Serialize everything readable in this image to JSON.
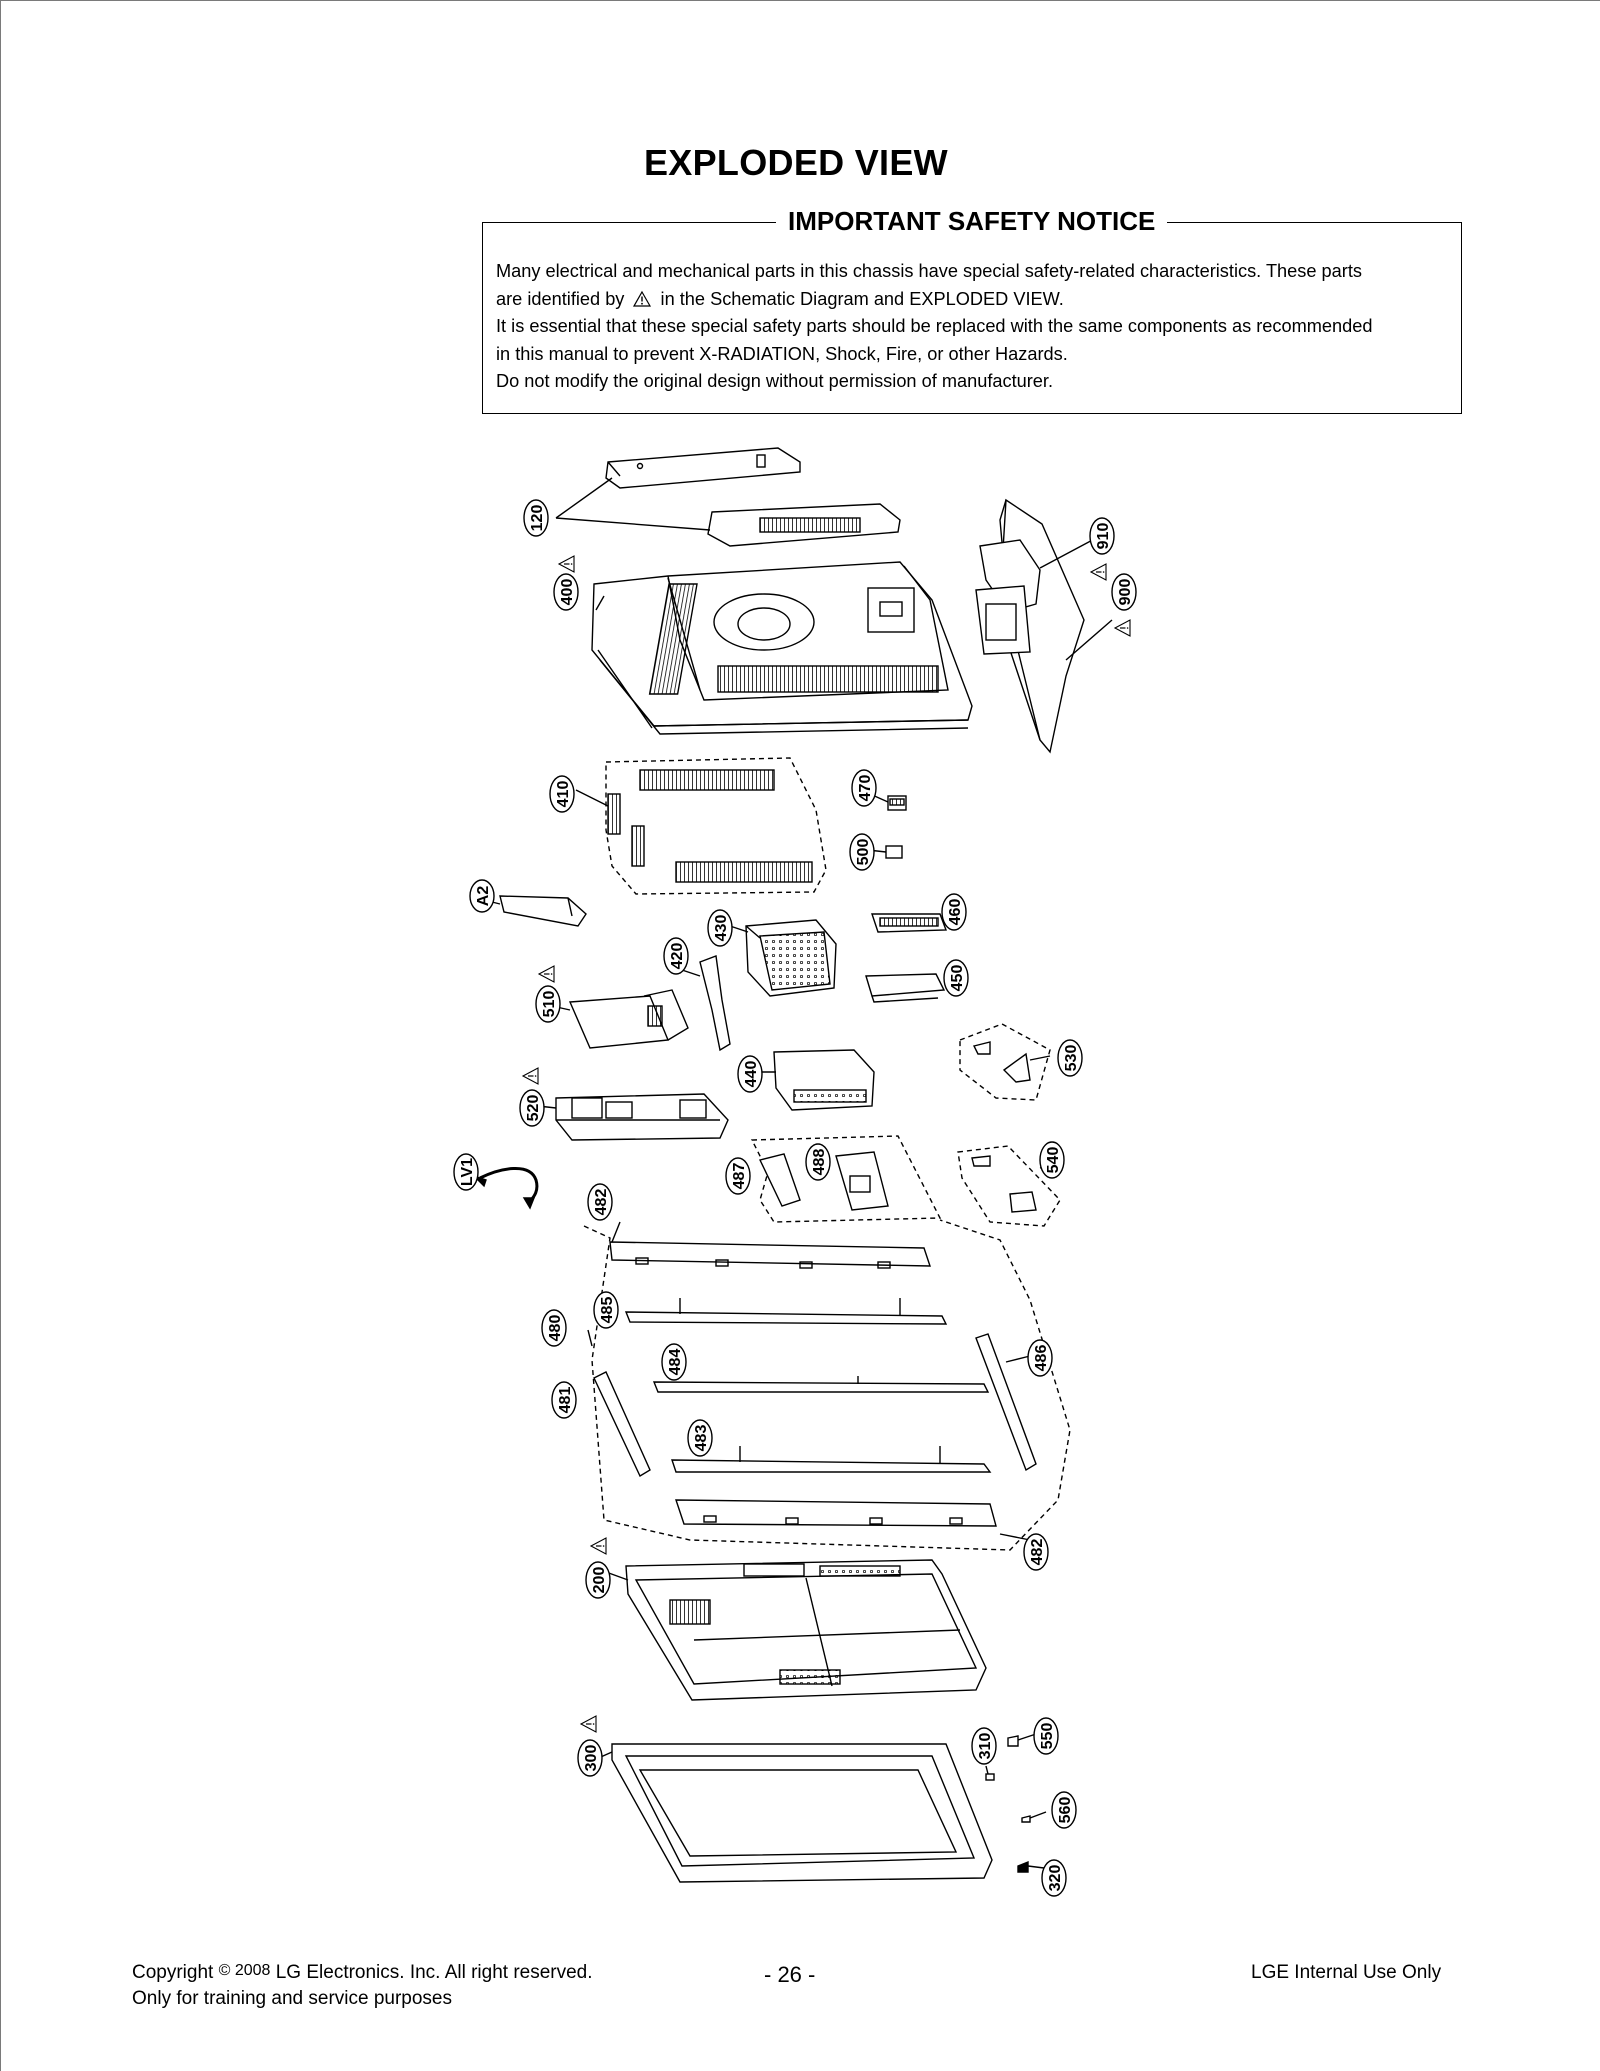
{
  "title": "EXPLODED VIEW",
  "notice": {
    "heading": "IMPORTANT SAFETY NOTICE",
    "line1": "Many electrical and mechanical parts in this chassis have special safety-related characteristics. These parts",
    "line2_before": "are identified by",
    "line2_after": "in the Schematic Diagram and EXPLODED VIEW.",
    "line3": "It is essential that these special safety parts should be replaced with the same components as recommended",
    "line4": "in this manual to prevent X-RADIATION, Shock, Fire, or other Hazards.",
    "line5": "Do not modify the original design without permission of manufacturer.",
    "warning_icon": "warning-triangle-icon"
  },
  "parts": [
    {
      "id": "p120",
      "label": "120"
    },
    {
      "id": "p400",
      "label": "400"
    },
    {
      "id": "p910",
      "label": "910"
    },
    {
      "id": "p900",
      "label": "900"
    },
    {
      "id": "p410",
      "label": "410"
    },
    {
      "id": "p470",
      "label": "470"
    },
    {
      "id": "p500",
      "label": "500"
    },
    {
      "id": "pA2",
      "label": "A2"
    },
    {
      "id": "p460",
      "label": "460"
    },
    {
      "id": "p430",
      "label": "430"
    },
    {
      "id": "p420",
      "label": "420"
    },
    {
      "id": "p450",
      "label": "450"
    },
    {
      "id": "p510",
      "label": "510"
    },
    {
      "id": "p530",
      "label": "530"
    },
    {
      "id": "p440",
      "label": "440"
    },
    {
      "id": "p520",
      "label": "520"
    },
    {
      "id": "p488",
      "label": "488"
    },
    {
      "id": "p487",
      "label": "487"
    },
    {
      "id": "p540",
      "label": "540"
    },
    {
      "id": "pLV1",
      "label": "LV1"
    },
    {
      "id": "p482a",
      "label": "482"
    },
    {
      "id": "p485",
      "label": "485"
    },
    {
      "id": "p480",
      "label": "480"
    },
    {
      "id": "p484",
      "label": "484"
    },
    {
      "id": "p486",
      "label": "486"
    },
    {
      "id": "p481",
      "label": "481"
    },
    {
      "id": "p483",
      "label": "483"
    },
    {
      "id": "p482b",
      "label": "482"
    },
    {
      "id": "p200",
      "label": "200"
    },
    {
      "id": "p550",
      "label": "550"
    },
    {
      "id": "p310",
      "label": "310"
    },
    {
      "id": "p300",
      "label": "300"
    },
    {
      "id": "p560",
      "label": "560"
    },
    {
      "id": "p320",
      "label": "320"
    }
  ],
  "footer": {
    "copyright_word": "Copyright",
    "copyright_mark": "©",
    "copyright_year": "2008",
    "company": "LG Electronics. Inc. All right reserved.",
    "purpose": "Only for training and service purposes",
    "page": "- 26 -",
    "internal": "LGE Internal Use Only"
  }
}
